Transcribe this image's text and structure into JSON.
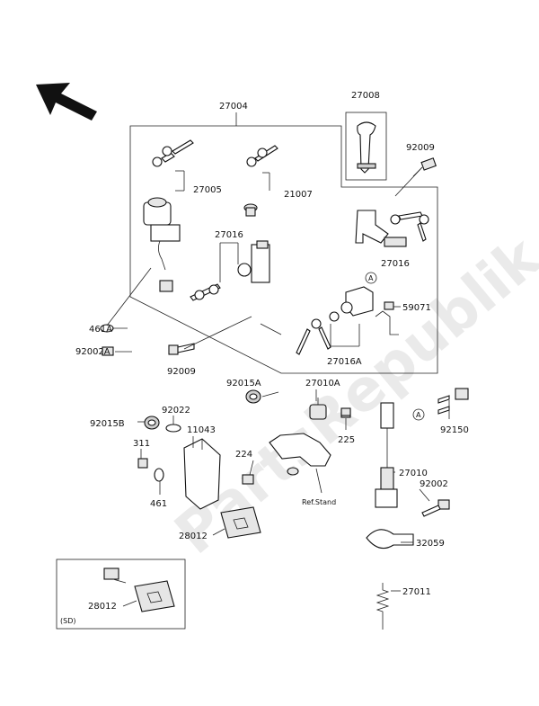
{
  "watermark": "PartsRepublik",
  "labels": {
    "p27004": "27004",
    "p27008": "27008",
    "p92009_top": "92009",
    "p27005": "27005",
    "p21007": "21007",
    "p27016_mid": "27016",
    "p27016_right": "27016",
    "p461A": "461A",
    "p92002A": "92002A",
    "p59071": "59071",
    "p92009_bot": "92009",
    "p27016A": "27016A",
    "p92015A": "92015A",
    "p27010A": "27010A",
    "p92015B": "92015B",
    "p92022": "92022",
    "p11043": "11043",
    "p311": "311",
    "p224": "224",
    "p225": "225",
    "p92150": "92150",
    "p27010": "27010",
    "p461": "461",
    "p92002": "92002",
    "p32059": "32059",
    "p28012_main": "28012",
    "p28012_inset": "28012",
    "ref_stand": "Ref.Stand",
    "inset_tag": "(SD)",
    "marker_a1": "A",
    "marker_a2": "A"
  }
}
